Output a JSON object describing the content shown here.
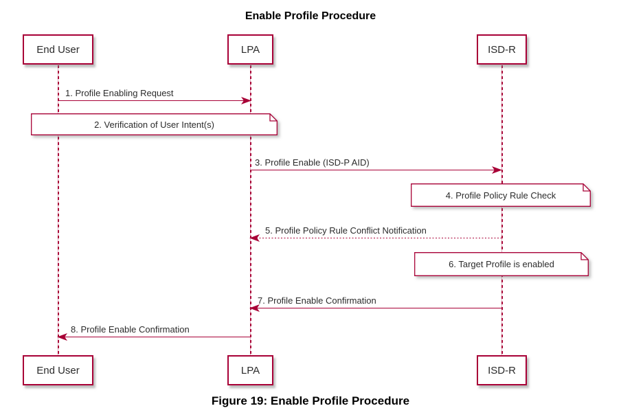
{
  "diagram": {
    "title": "Enable Profile Procedure",
    "caption": "Figure 19: Enable Profile Procedure",
    "accent_color": "#A80036",
    "box_background": "#FFFFFF",
    "text_color": "#2B2B2B",
    "participants": [
      {
        "name": "End User"
      },
      {
        "name": "LPA"
      },
      {
        "name": "ISD-R"
      }
    ],
    "messages": [
      {
        "seq": "1",
        "text": "1. Profile Enabling Request",
        "from": "End User",
        "to": "LPA",
        "line": "solid",
        "direction": "right"
      },
      {
        "seq": "3",
        "text": "3. Profile Enable (ISD-P AID)",
        "from": "LPA",
        "to": "ISD-R",
        "line": "solid",
        "direction": "right"
      },
      {
        "seq": "5",
        "text": "5. Profile Policy Rule Conflict Notification",
        "from": "ISD-R",
        "to": "LPA",
        "line": "dotted",
        "direction": "left"
      },
      {
        "seq": "7",
        "text": "7. Profile Enable Confirmation",
        "from": "ISD-R",
        "to": "LPA",
        "line": "solid",
        "direction": "left"
      },
      {
        "seq": "8",
        "text": "8. Profile Enable Confirmation",
        "from": "LPA",
        "to": "End User",
        "line": "solid",
        "direction": "left"
      }
    ],
    "notes": [
      {
        "seq": "2",
        "text": "2. Verification of User Intent(s)",
        "over": "End User, LPA"
      },
      {
        "seq": "4",
        "text": "4. Profile Policy Rule Check",
        "over": "ISD-R"
      },
      {
        "seq": "6",
        "text": "6. Target Profile is enabled",
        "over": "ISD-R"
      }
    ]
  }
}
